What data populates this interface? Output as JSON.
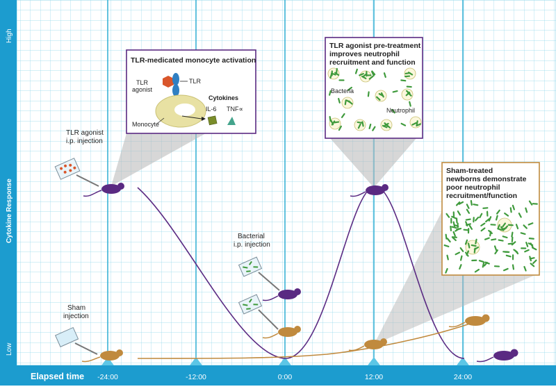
{
  "axes": {
    "y_title": "Cytokine Response",
    "y_high": "High",
    "y_low": "Low",
    "x_title": "Elapsed time",
    "ticks": [
      "-24:00",
      "-12:00",
      "0:00",
      "12:00",
      "24:00"
    ]
  },
  "labels": {
    "tlr_injection": [
      "TLR agonist",
      "i.p. injection"
    ],
    "sham_injection": [
      "Sham",
      "injection"
    ],
    "bacterial_injection": [
      "Bacterial",
      "i.p. injection"
    ]
  },
  "box_monocyte": {
    "title": "TLR-medicated monocyte activation",
    "tlr_agonist": [
      "TLR",
      "agonist"
    ],
    "tlr": "TLR",
    "cytokines": "Cytokines",
    "il6": "IL-6",
    "tnf": "TNF∝",
    "monocyte": "Monocyte"
  },
  "box_pretreat": {
    "lines": [
      "TLR agonist pre-treatment",
      "improves neutrophil",
      "recruitment and function"
    ],
    "bacteria": "Bacteria",
    "neutrophil": "Neutrophil"
  },
  "box_sham": {
    "lines": [
      "Sham-treated",
      "newborns demonstrate",
      "poor neutrophil",
      "recruitment/function"
    ]
  },
  "colors": {
    "grid": "#7fd3e8",
    "major": "#3ab3d6",
    "bar": "#1c9ccf",
    "purple": "#5a2a82",
    "tan": "#c08a3e",
    "green": "#3f9a3c"
  }
}
